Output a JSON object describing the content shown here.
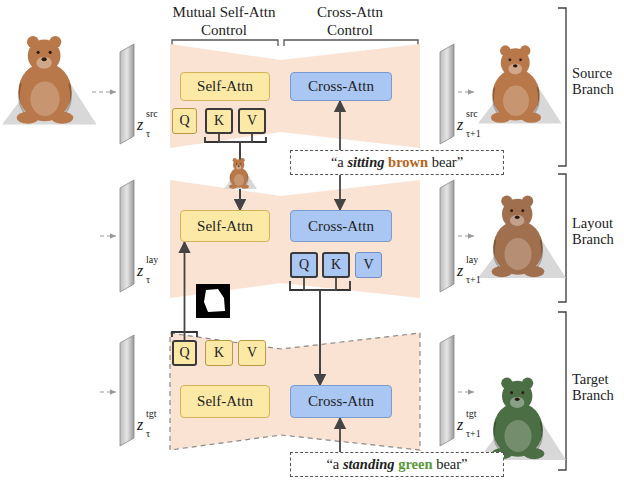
{
  "diagram": {
    "nodes": [
      {
        "text": [
          "Self-Attn"
        ]
      },
      {
        "text": [
          "Cross-Attn"
        ]
      },
      {
        "text": [
          "Q"
        ]
      },
      {
        "text": [
          "K"
        ]
      },
      {
        "text": [
          "V"
        ]
      },
      {
        "text": [
          "“a sitting brown bear”"
        ]
      },
      {
        "text": [
          "Self-Attn"
        ]
      },
      {
        "text": [
          "Cross-Attn"
        ]
      },
      {
        "text": [
          "Q"
        ]
      },
      {
        "text": [
          "K"
        ]
      },
      {
        "text": [
          "V"
        ]
      },
      {
        "text": [
          "Q"
        ]
      },
      {
        "text": [
          "K"
        ]
      },
      {
        "text": [
          "V"
        ]
      },
      {
        "text": [
          "Self-Attn"
        ]
      },
      {
        "text": [
          "Cross-Attn"
        ]
      },
      {
        "text": [
          "“a standing green bear”"
        ]
      }
    ],
    "edges": [
      {
        "from": 3,
        "to": 6,
        "arrow": "to"
      },
      {
        "from": 4,
        "to": 6,
        "arrow": "to"
      },
      {
        "from": 5,
        "to": 1,
        "arrow": "to"
      },
      {
        "from": 5,
        "to": 7,
        "arrow": "to"
      },
      {
        "from": 11,
        "to": 6,
        "arrow": "to"
      },
      {
        "from": 8,
        "to": 15,
        "arrow": "to"
      },
      {
        "from": 9,
        "to": 15,
        "arrow": "to"
      },
      {
        "from": 16,
        "to": 15,
        "arrow": "to"
      }
    ],
    "labels": [
      "Mutual Self-Attn",
      "Control",
      "Cross-Attn",
      "Control",
      "Source Branch",
      "z",
      "src",
      "τ",
      "z",
      "src",
      "τ+1",
      "Layout Branch",
      "z",
      "lay",
      "τ",
      "z",
      "lay",
      "τ+1",
      "Target Branch",
      "z",
      "tgt",
      "τ",
      "z",
      "tgt",
      "τ+1"
    ]
  }
}
